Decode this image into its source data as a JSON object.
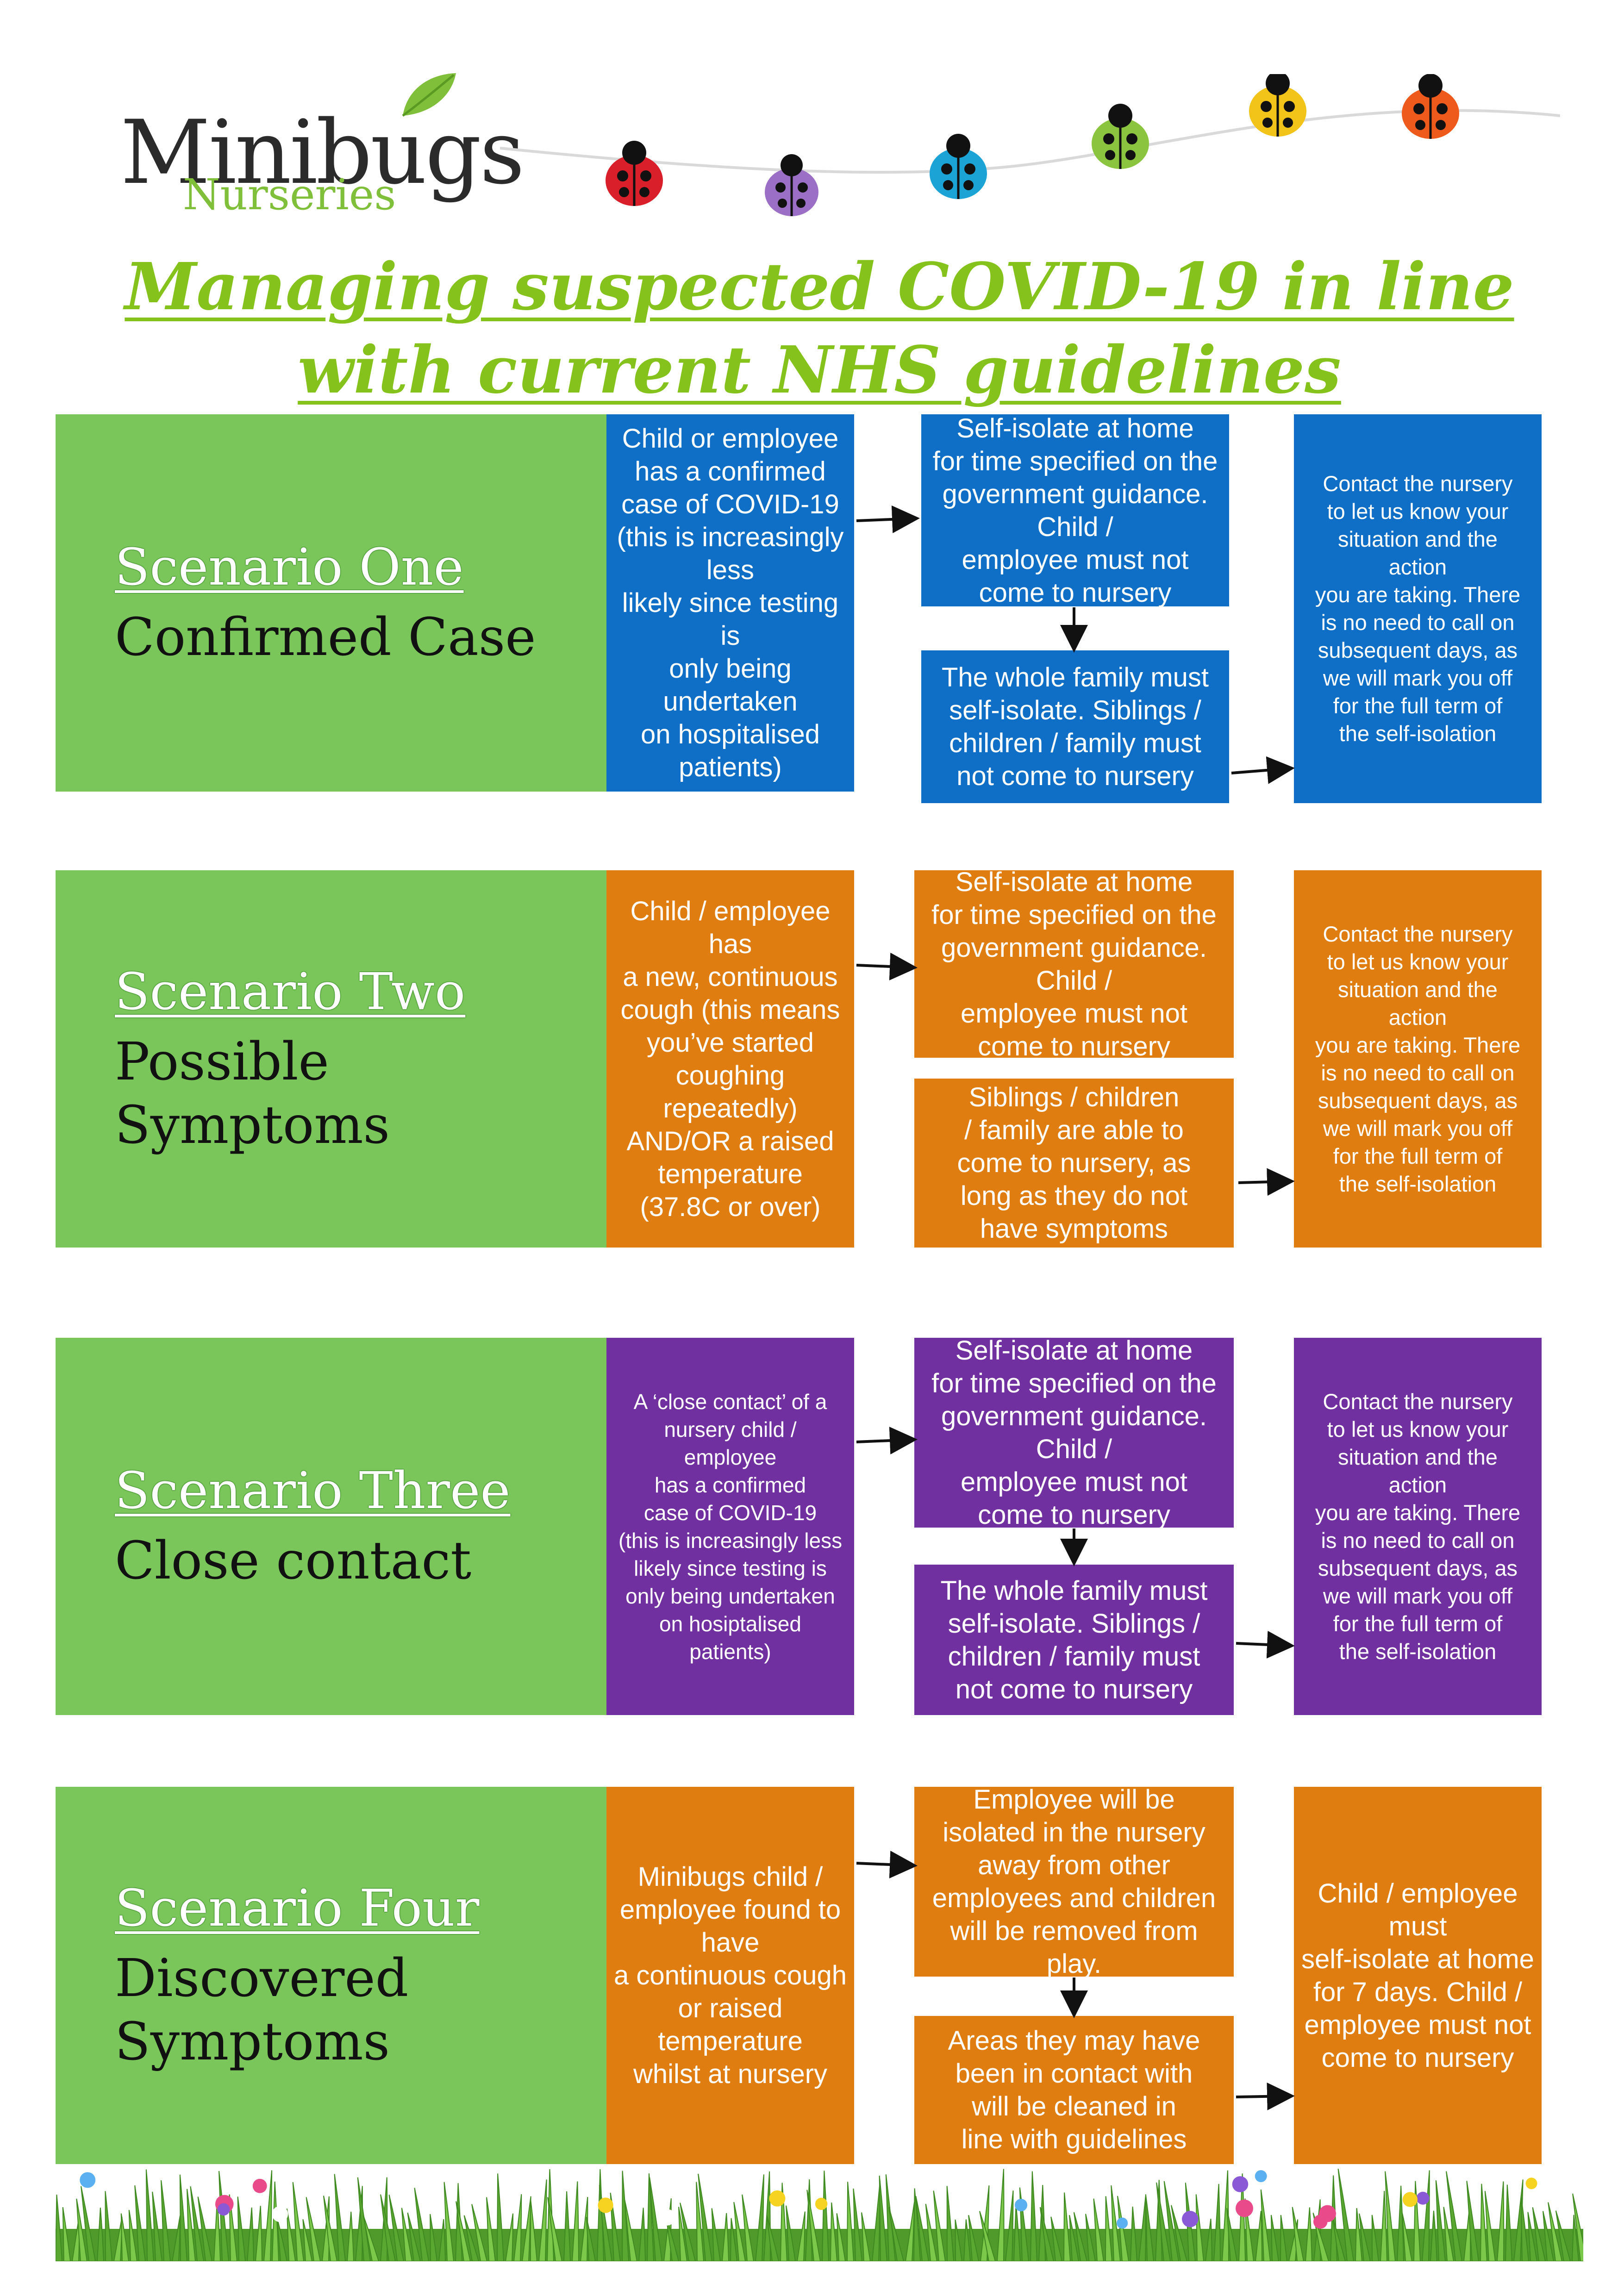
{
  "brand": {
    "name": "Minibugs",
    "tagline": "Nurseries"
  },
  "title": "Managing suspected COVID-19 in line with current NHS guidelines",
  "colors": {
    "green": "#7ac65a",
    "blue": "#0f6fc6",
    "orange": "#e07d10",
    "purple": "#7030a0",
    "title": "#86c21c"
  },
  "scenarios": [
    {
      "label": "Scenario One",
      "subtitle": "Confirmed Case",
      "trigger": "Child or employee\nhas a confirmed\ncase of COVID-19\n(this is increasingly\nless\nlikely since testing\nis\nonly being\nundertaken\non hospitalised\npatients)",
      "action": "Self-isolate at home\nfor time specified on the\ngovernment guidance.\nChild /\nemployee must not\ncome to nursery",
      "family": "The whole family must\nself-isolate. Siblings /\nchildren / family must\nnot come to nursery",
      "contact": "Contact the nursery\nto let us know your\nsituation and the\naction\nyou are taking. There\nis no need to call on\nsubsequent days, as\nwe will mark you off\nfor the full term of\nthe self-isolation"
    },
    {
      "label": "Scenario Two",
      "subtitle": "Possible Symptoms",
      "trigger": "Child / employee\nhas\na new, continuous\ncough (this means\nyou’ve started\ncoughing\nrepeatedly)\nAND/OR a raised\ntemperature\n(37.8C or over)",
      "action": "Self-isolate at home\nfor time specified on the\ngovernment guidance.\nChild /\nemployee must not\ncome to nursery",
      "family": "Siblings / children\n/ family are able to\ncome to nursery, as\nlong as they do not\nhave symptoms",
      "contact": "Contact the nursery\nto let us know your\nsituation and the\naction\nyou are taking. There\nis no need to call on\nsubsequent days, as\nwe will mark you off\nfor the full term of\nthe self-isolation"
    },
    {
      "label": "Scenario Three",
      "subtitle": "Close contact",
      "trigger": "A ‘close contact’ of a\nnursery child /\nemployee\nhas a confirmed\ncase of COVID-19\n(this is increasingly less\nlikely since testing is\nonly being undertaken\non hosiptalised\npatients)",
      "action": "Self-isolate at home\nfor time specified on the\ngovernment guidance.\nChild /\nemployee must not\ncome to nursery",
      "family": "The whole family must\nself-isolate. Siblings /\nchildren / family must\nnot come to nursery",
      "contact": "Contact the nursery\nto let us know your\nsituation and the\naction\nyou are taking. There\nis no need to call on\nsubsequent days, as\nwe will mark you off\nfor the full term of\nthe self-isolation"
    },
    {
      "label": "Scenario Four",
      "subtitle": "Discovered\nSymptoms",
      "trigger": "Minibugs child /\nemployee found to\nhave\na continuous cough\nor raised\ntemperature\nwhilst at nursery",
      "action": "Employee will be\nisolated in the nursery\naway from other\nemployees and children\nwill be removed from\nplay.",
      "family": "Areas they may have\nbeen in contact with\nwill be cleaned in\nline with guidelines",
      "contact": "Child / employee\nmust\nself-isolate at home\nfor 7 days. Child /\nemployee must not\ncome to nursery"
    }
  ]
}
